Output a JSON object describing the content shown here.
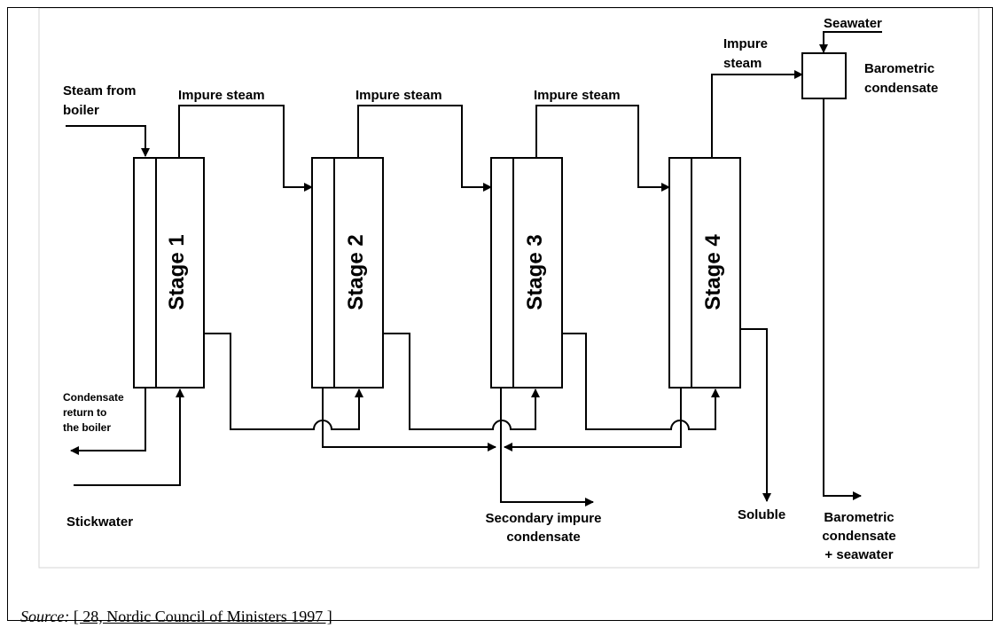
{
  "stages": [
    "Stage 1",
    "Stage 2",
    "Stage 3",
    "Stage 4"
  ],
  "labels": {
    "steam_from_boiler": [
      "Steam from",
      "boiler"
    ],
    "impure_steam": "Impure steam",
    "impure_steam_split": [
      "Impure",
      "steam"
    ],
    "seawater": "Seawater",
    "barometric_condensate": [
      "Barometric",
      "condensate"
    ],
    "condensate_return": [
      "Condensate",
      "return to",
      "the boiler"
    ],
    "stickwater": "Stickwater",
    "secondary_impure_condensate": [
      "Secondary impure",
      "condensate"
    ],
    "soluble": "Soluble",
    "barometric_condensate_seawater": [
      "Barometric",
      "condensate",
      "+ seawater"
    ]
  },
  "caption": {
    "label": "Source:",
    "reference": "[ 28, Nordic Council of Ministers 1997 ]"
  }
}
